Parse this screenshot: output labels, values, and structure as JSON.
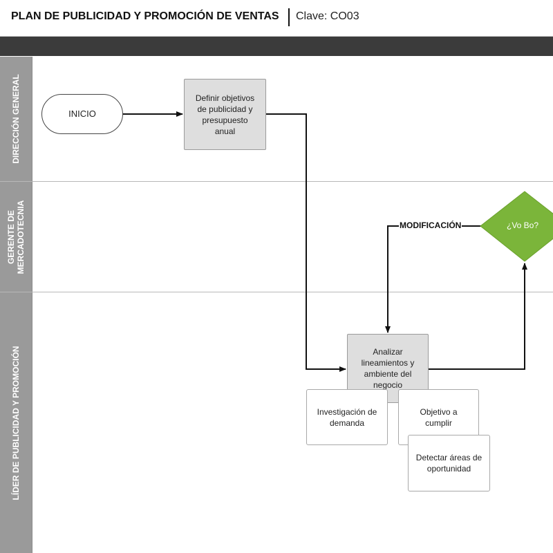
{
  "header": {
    "title": "PLAN DE PUBLICIDAD Y PROMOCIÓN DE VENTAS",
    "code": "Clave: CO03"
  },
  "lanes": [
    {
      "label": "DIRECCIÓN GENERAL"
    },
    {
      "label_line1": "GERENTE DE",
      "label_line2": "MERCADOTECNIA"
    },
    {
      "label": "LÍDER DE PUBLICIDAD Y PROMOCIÓN"
    }
  ],
  "nodes": {
    "inicio": "INICIO",
    "definir": "Definir objetivos de publicidad y presupuesto anual",
    "analizar": "Analizar lineamientos y ambiente del negocio",
    "decision": "¿Vo Bo?",
    "investigacion": "Investigación de demanda",
    "objetivo": "Objetivo a cumplir",
    "detectar": "Detectar áreas de oportunidad"
  },
  "edges": {
    "modificacion": "MODIFICACIÓN"
  },
  "colors": {
    "decision_fill": "#7bb53a",
    "process_fill": "#dedede",
    "lane_label_bg": "#9a9a9a",
    "dark_bar": "#3b3b3b"
  }
}
